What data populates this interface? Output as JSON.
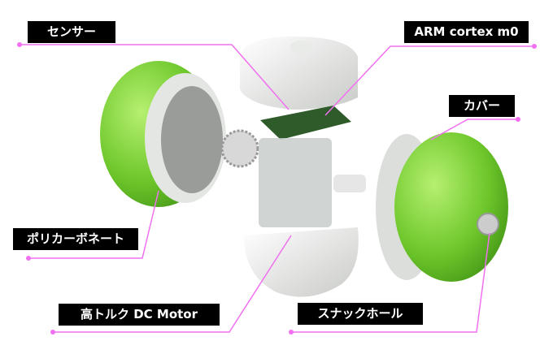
{
  "labels": {
    "sensor": "センサー",
    "cpu": "ARM cortex m0",
    "cover": "カバー",
    "polycarbonate": "ポリカーボネート",
    "motor": "高トルク DC Motor",
    "snack_hole": "スナックホール"
  },
  "colors": {
    "leader": "#f070f0",
    "shell": "#6cc62a",
    "label_bg": "#000000"
  }
}
